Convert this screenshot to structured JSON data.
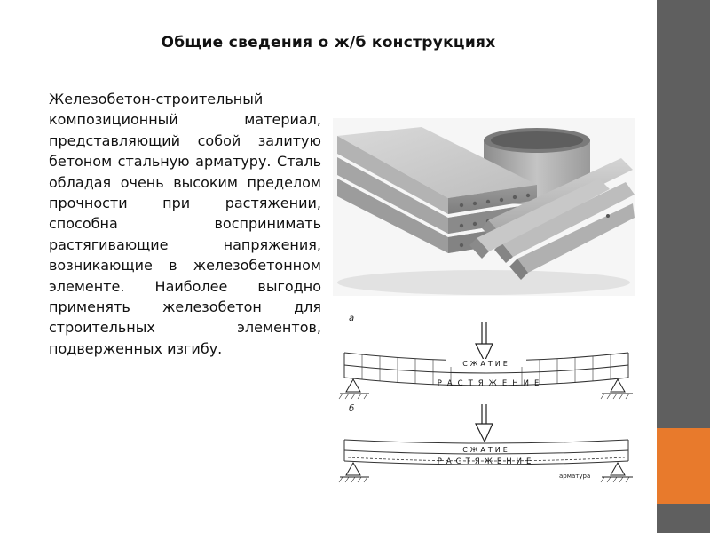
{
  "slide": {
    "title": "Общие сведения о ж/б конструкциях",
    "body": "Железобетон-строительный композиционный материал, представляющий собой залитую бетоном стальную арматуру. Сталь обладая очень высоким пределом прочности при растяжении, способна воспринимать растягивающие напряжения, возникающие в железобетонном элементе. Наиболее выгодно применять железобетон для строительных элементов, подверженных изгибу."
  },
  "diagram": {
    "label_a": "а",
    "label_b": "б",
    "compression": "СЖАТИЕ",
    "tension": "РАСТЯЖЕНИЕ",
    "rebar": "арматура"
  },
  "colors": {
    "accent": "#e87a2c",
    "rail": "#5f5f5f"
  }
}
